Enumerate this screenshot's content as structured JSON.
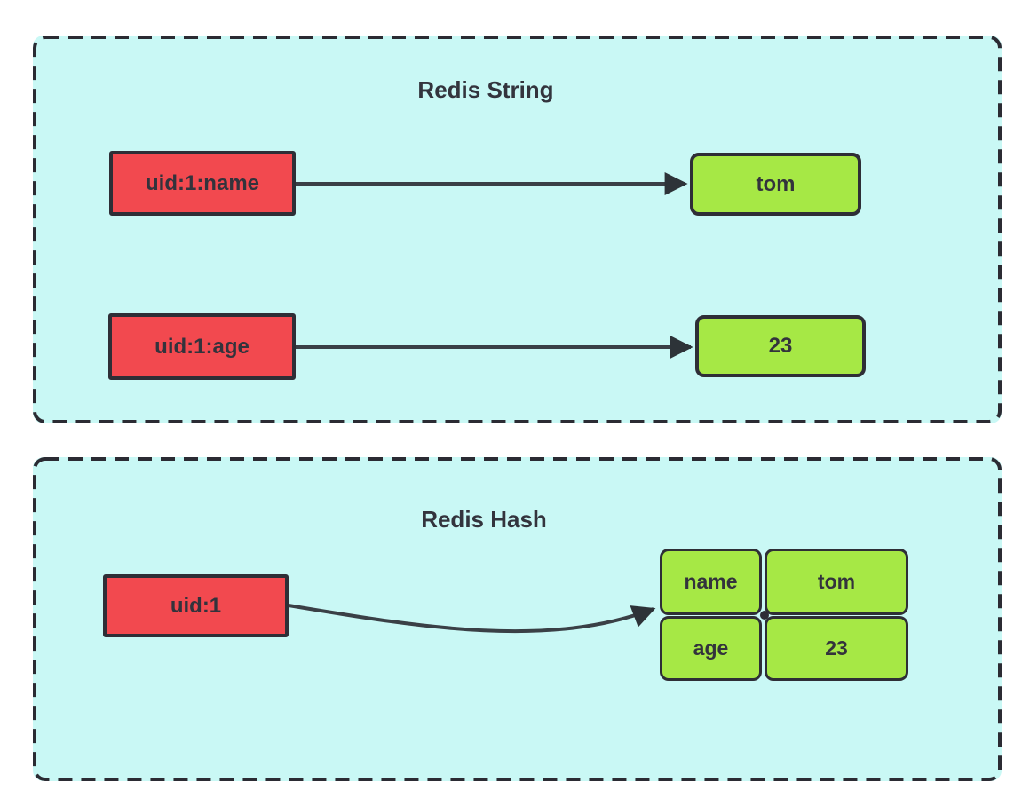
{
  "colors": {
    "page_bg": "#ffffff",
    "panel_bg": "#c9f8f5",
    "panel_border": "#2b2b33",
    "key_fill": "#f2494f",
    "value_fill": "#a6e845",
    "box_border": "#2e2e36",
    "box_text": "#33333c",
    "title_text": "#33343d",
    "arrow_line": "#3a4046",
    "arrow_head": "#2d3338"
  },
  "string_panel": {
    "title": "Redis String",
    "pairs": [
      {
        "key": "uid:1:name",
        "value": "tom"
      },
      {
        "key": "uid:1:age",
        "value": "23"
      }
    ]
  },
  "hash_panel": {
    "title": "Redis Hash",
    "key": "uid:1",
    "fields": [
      {
        "field": "name",
        "value": "tom"
      },
      {
        "field": "age",
        "value": "23"
      }
    ]
  }
}
